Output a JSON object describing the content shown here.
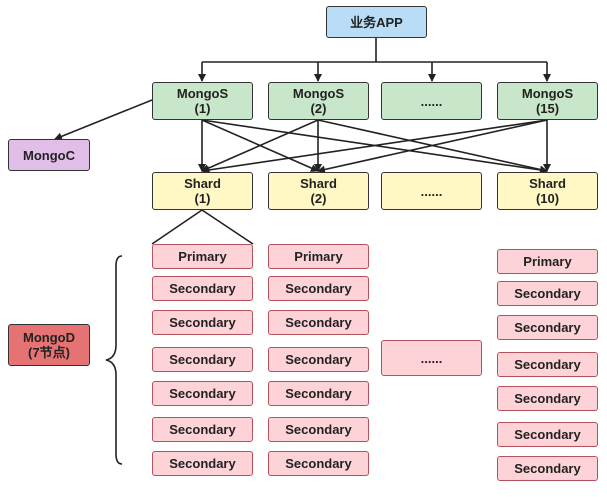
{
  "app": {
    "label": "业务APP"
  },
  "mongos": [
    {
      "title": "MongoS",
      "sub": "(1)"
    },
    {
      "title": "MongoS",
      "sub": "(2)"
    },
    {
      "title": "......",
      "sub": ""
    },
    {
      "title": "MongoS",
      "sub": "(15)"
    }
  ],
  "mongoc": {
    "label": "MongoC"
  },
  "shards": [
    {
      "title": "Shard",
      "sub": "(1)"
    },
    {
      "title": "Shard",
      "sub": "(2)"
    },
    {
      "title": "......",
      "sub": ""
    },
    {
      "title": "Shard",
      "sub": "(10)"
    }
  ],
  "mongod": {
    "title": "MongoD",
    "sub": "(7节点)"
  },
  "replica_sets": [
    {
      "nodes": [
        "Primary",
        "Secondary",
        "Secondary",
        "Secondary",
        "Secondary",
        "Secondary",
        "Secondary"
      ]
    },
    {
      "nodes": [
        "Primary",
        "Secondary",
        "Secondary",
        "Secondary",
        "Secondary",
        "Secondary",
        "Secondary"
      ]
    },
    {
      "nodes": [
        "......"
      ]
    },
    {
      "nodes": [
        "Primary",
        "Secondary",
        "Secondary",
        "Secondary",
        "Secondary",
        "Secondary",
        "Secondary"
      ]
    }
  ],
  "colors": {
    "app": "#b9dcf7",
    "mongos": "#c8e6c9",
    "mongoc": "#e1bee7",
    "shard": "#fff8c4",
    "node": "#fdd3d8",
    "mongod": "#e57373"
  }
}
